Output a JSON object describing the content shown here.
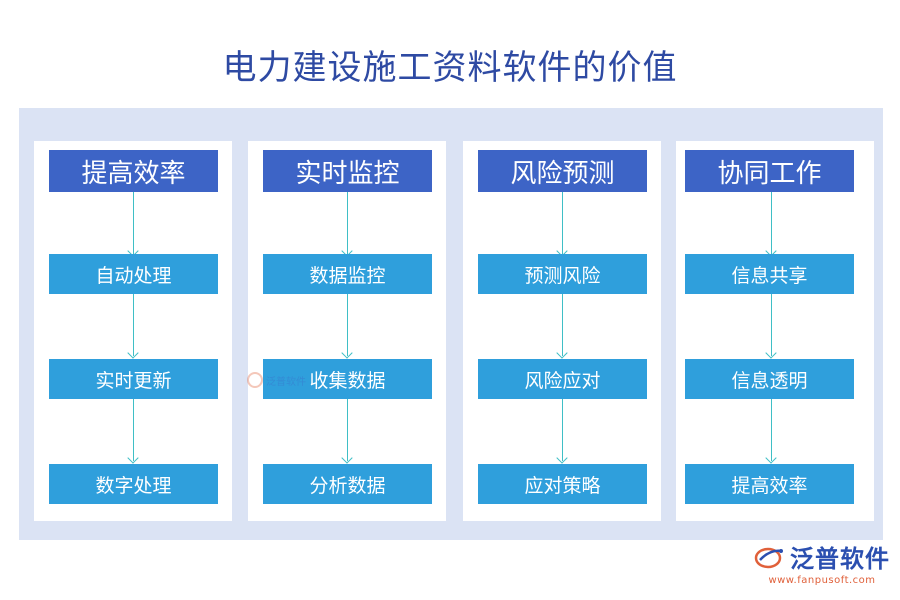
{
  "title": "电力建设施工资料软件的价值",
  "columns": [
    {
      "header": "提高效率",
      "steps": [
        "自动处理",
        "实时更新",
        "数字处理"
      ]
    },
    {
      "header": "实时监控",
      "steps": [
        "数据监控",
        "收集数据",
        "分析数据"
      ]
    },
    {
      "header": "风险预测",
      "steps": [
        "预测风险",
        "风险应对",
        "应对策略"
      ]
    },
    {
      "header": "协同工作",
      "steps": [
        "信息共享",
        "信息透明",
        "提高效率"
      ]
    }
  ],
  "watermark": {
    "text": "泛普软件"
  },
  "brand": {
    "name": "泛普软件",
    "url": "www.fanpusoft.com",
    "logo_icon": "fanpu-logo-icon"
  },
  "colors": {
    "title": "#2e4aa3",
    "header": "#3d64c6",
    "step": "#2f9fdc",
    "panel": "#dbe3f4",
    "arrow": "#3fbfc6"
  }
}
